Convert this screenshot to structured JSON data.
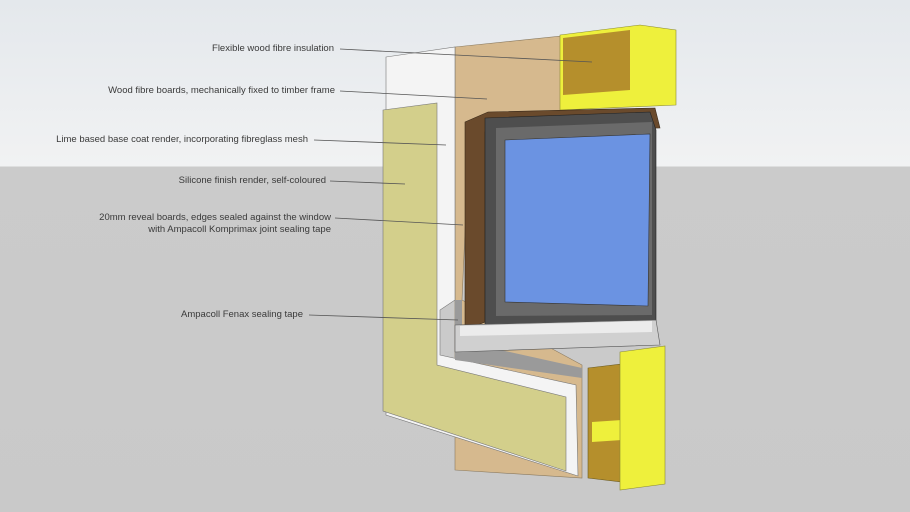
{
  "labels": {
    "insulation": "Flexible  wood fibre insulation",
    "boards": "Wood fibre boards, mechanically fixed to timber frame",
    "base_coat": "Lime based base coat render, incorporating fibreglass mesh",
    "finish": "Silicone finish render, self-coloured",
    "reveal_line1": "20mm reveal boards, edges sealed against the window",
    "reveal_line2": "with Ampacoll Komprimax joint sealing tape",
    "tape": "Ampacoll Fenax sealing tape"
  },
  "colors": {
    "finish_render": "#d3cf8b",
    "base_coat": "#f4f4f4",
    "wood_board": "#d6b98e",
    "insulation_yellow": "#eef03c",
    "insulation_core": "#b58f2c",
    "reveal": "#6a4a2c",
    "frame": "#4e4e4e",
    "glass": "#6b93e2"
  }
}
